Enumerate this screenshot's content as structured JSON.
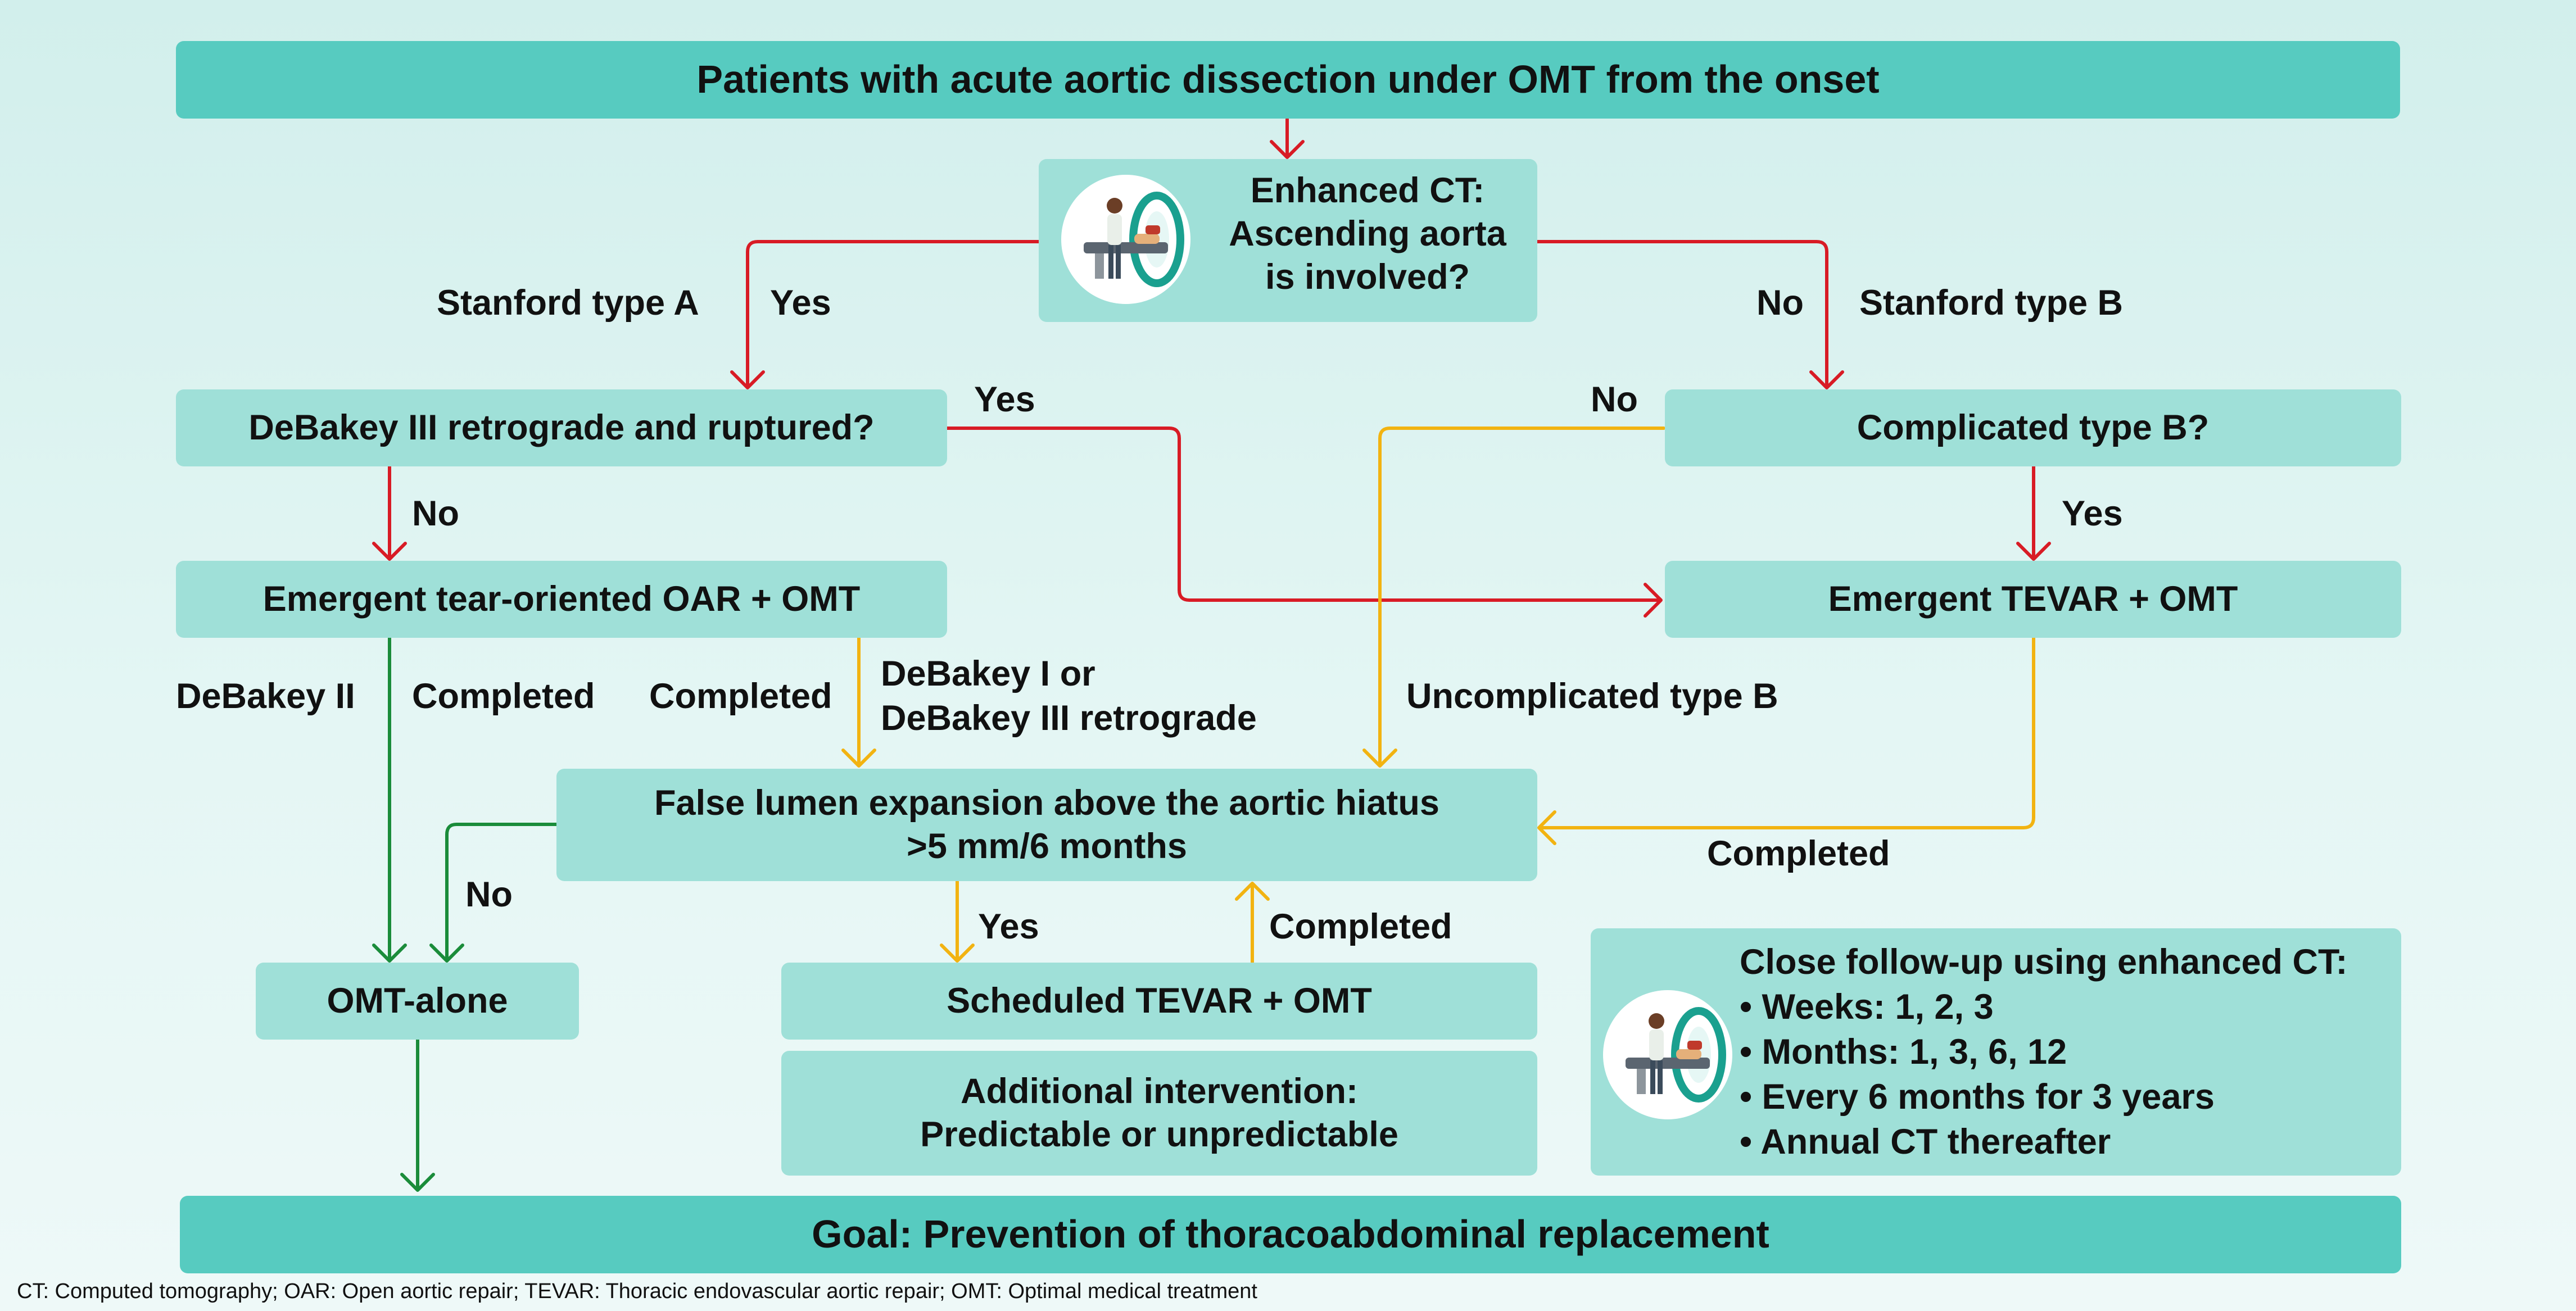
{
  "nodes": {
    "start": "Patients with acute aortic dissection under OMT from the onset",
    "ct_q": [
      "Enhanced CT:",
      "Ascending aorta",
      "is involved?"
    ],
    "debakey_q": "DeBakey III retrograde and ruptured?",
    "comp_b_q": "Complicated type B?",
    "oar": "Emergent tear-oriented OAR + OMT",
    "tevar_emergent": "Emergent TEVAR + OMT",
    "fl_q": [
      "False lumen expansion above the aortic hiatus",
      ">5 mm/6 months"
    ],
    "omt_alone": "OMT-alone",
    "tevar_scheduled": "Scheduled TEVAR + OMT",
    "additional": [
      "Additional intervention:",
      "Predictable or unpredictable"
    ],
    "goal": "Goal: Prevention of thoracoabdominal replacement"
  },
  "labels": {
    "stanford_a": "Stanford type A",
    "yes_a": "Yes",
    "no_b": "No",
    "stanford_b": "Stanford type B",
    "yes_rupt": "Yes",
    "no_comp": "No",
    "no_rupt": "No",
    "yes_comp": "Yes",
    "debakey_ii": "DeBakey II",
    "completed_1": "Completed",
    "completed_2": "Completed",
    "debakey_i_iii": [
      "DeBakey I or",
      "DeBakey III retrograde"
    ],
    "uncomplicated_b": "Uncomplicated type B",
    "completed_tevar": "Completed",
    "no_fl": "No",
    "yes_fl": "Yes",
    "completed_sched": "Completed"
  },
  "followup": {
    "title": "Close follow-up using enhanced CT:",
    "items": [
      "• Weeks: 1, 2, 3",
      "• Months: 1, 3, 6, 12",
      "• Every 6 months for 3 years",
      "• Annual CT thereafter"
    ]
  },
  "footnote": "CT: Computed tomography; OAR: Open aortic repair; TEVAR: Thoracic endovascular aortic repair; OMT: Optimal medical treatment",
  "colors": {
    "red": "#d81b25",
    "yellow": "#f2b311",
    "green": "#1a8c3a",
    "header": "#57cbc0",
    "node": "#9fe0d8"
  },
  "icons": [
    "ct-scanner-icon",
    "ct-scanner-icon"
  ]
}
